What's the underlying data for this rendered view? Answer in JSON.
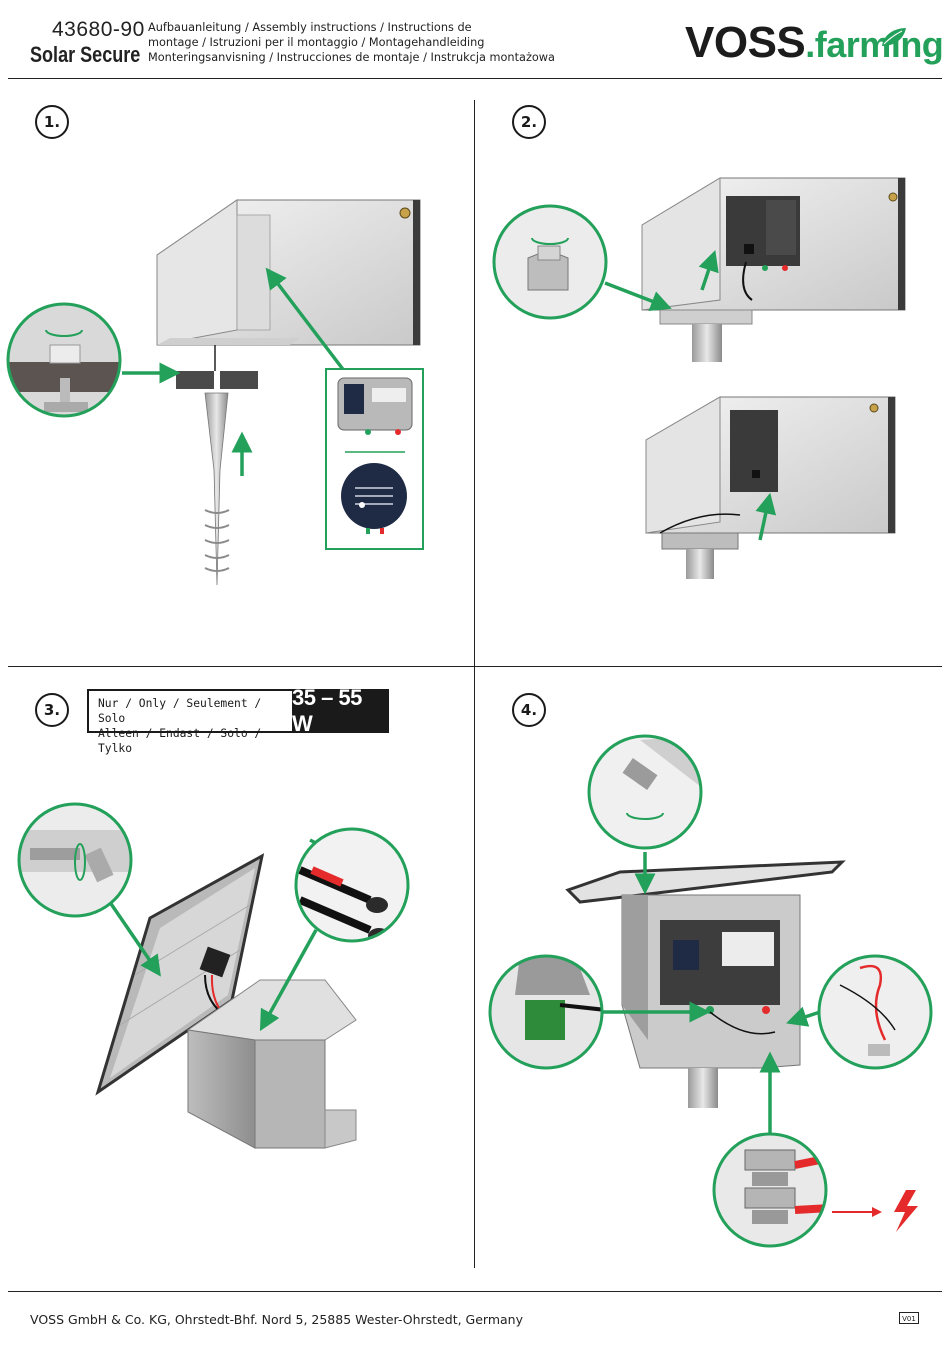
{
  "header": {
    "article_number": "43680-90",
    "product_name": "Solar Secure",
    "instructions_line1": "Aufbauanleitung / Assembly instructions / Instructions de",
    "instructions_line2": "montage / Istruzioni per il montaggio / Montagehandleiding",
    "instructions_line3": "Monteringsanvisning / Instrucciones de montaje / Instrukcja montażowa",
    "logo_main": "VOSS",
    "logo_suffix": ".farming"
  },
  "steps": [
    {
      "number": "1."
    },
    {
      "number": "2."
    },
    {
      "number": "3.",
      "only_label_line1": "Nur / Only / Seulement / Solo",
      "only_label_line2": "Alleen / Endast / Solo / Tylko",
      "wattage": "35 – 55 W"
    },
    {
      "number": "4."
    }
  ],
  "footer": {
    "address": "VOSS GmbH & Co. KG, Ohrstedt-Bhf. Nord 5, 25885 Wester-Ohrstedt, Germany",
    "version": "V01"
  },
  "colors": {
    "accent_green": "#23a05a",
    "warning_red": "#e42a2a",
    "text_dark": "#1a1a1a"
  },
  "icons": [
    "rotate-arrow-icon",
    "up-arrow-icon",
    "lightning-icon",
    "leaf-icon"
  ]
}
